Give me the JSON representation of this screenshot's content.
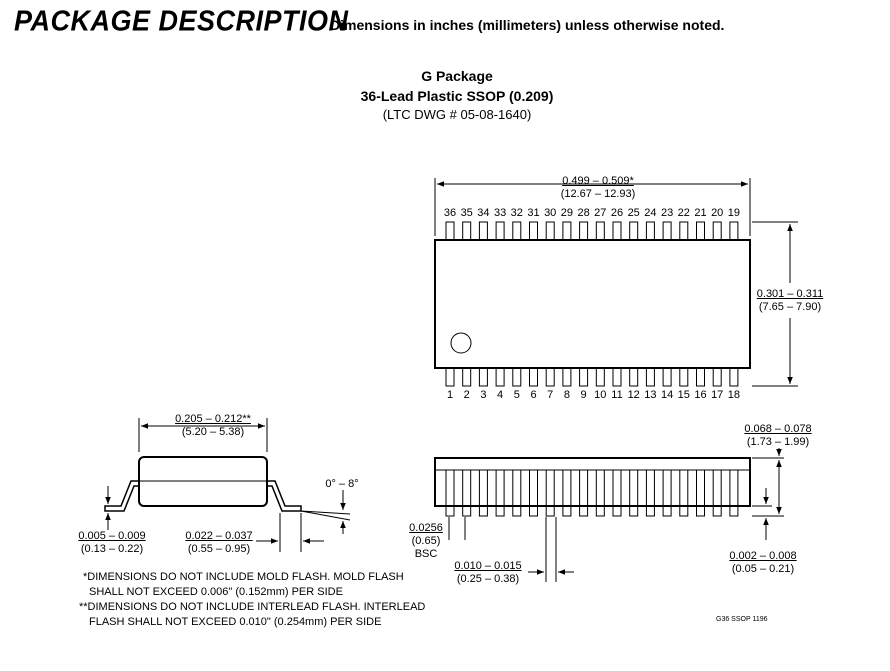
{
  "header": {
    "title": "PACKAGE DESCRIPTION",
    "subtitle": "Dimensions in inches (millimeters) unless otherwise noted."
  },
  "package": {
    "name": "G Package",
    "description": "36-Lead Plastic SSOP (0.209)",
    "drawing_number": "(LTC DWG # 05-08-1640)"
  },
  "top_view": {
    "length_in": "0.499 – 0.509*",
    "length_mm": "(12.67 – 12.93)",
    "width_in": "0.301 – 0.311",
    "width_mm": "(7.65 – 7.90)",
    "top_pins": [
      "36",
      "35",
      "34",
      "33",
      "32",
      "31",
      "30",
      "29",
      "28",
      "27",
      "26",
      "25",
      "24",
      "23",
      "22",
      "21",
      "20",
      "19"
    ],
    "bottom_pins": [
      "1",
      "2",
      "3",
      "4",
      "5",
      "6",
      "7",
      "8",
      "9",
      "10",
      "11",
      "12",
      "13",
      "14",
      "15",
      "16",
      "17",
      "18"
    ]
  },
  "side_view": {
    "body_width_in": "0.205 – 0.212**",
    "body_width_mm": "(5.20 – 5.38)",
    "angle": "0° – 8°",
    "lead_thickness_in": "0.005 – 0.009",
    "lead_thickness_mm": "(0.13 – 0.22)",
    "foot_length_in": "0.022 – 0.037",
    "foot_length_mm": "(0.55 – 0.95)"
  },
  "front_view": {
    "height_in": "0.068 – 0.078",
    "height_mm": "(1.73 – 1.99)",
    "pitch_in": "0.0256",
    "pitch_mm": "(0.65)",
    "pitch_note": "BSC",
    "lead_width_in": "0.010 – 0.015",
    "lead_width_mm": "(0.25 – 0.38)",
    "standoff_in": "0.002 – 0.008",
    "standoff_mm": "(0.05 – 0.21)"
  },
  "notes": [
    "*DIMENSIONS DO NOT INCLUDE MOLD FLASH. MOLD FLASH",
    "SHALL NOT EXCEED 0.006\" (0.152mm) PER SIDE",
    "**DIMENSIONS DO NOT INCLUDE INTERLEAD FLASH. INTERLEAD",
    "FLASH SHALL NOT EXCEED 0.010\" (0.254mm) PER SIDE"
  ],
  "figure_code": "G36 SSOP 1196"
}
